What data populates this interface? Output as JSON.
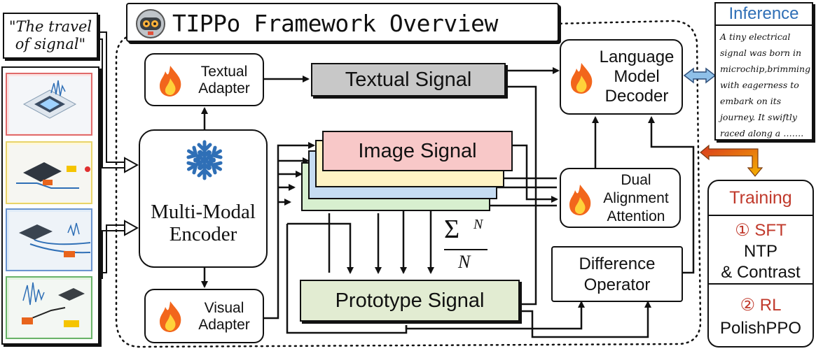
{
  "title": "TIPPo Framework Overview",
  "input_text": "\"The travel of signal\"",
  "encoder": {
    "label": "Multi-Modal Encoder",
    "icon": "snowflake-icon"
  },
  "textual_adapter": "Textual Adapter",
  "visual_adapter": "Visual Adapter",
  "textual_signal": "Textual Signal",
  "image_signal": "Image Signal",
  "prototype_signal": "Prototype Signal",
  "decoder": "Language Model Decoder",
  "dual_attention": "Dual Alignment Attention",
  "difference_operator": "Difference Operator",
  "sum_formula": {
    "top": "N",
    "bottom": "N"
  },
  "inference": {
    "header": "Inference",
    "text": "A tiny electrical signal was born in microchip,brimming with eagerness to embark on its journey. It swiftly raced along a ……."
  },
  "training": {
    "header": "Training",
    "sft_label": "① SFT",
    "sft_detail_1": "NTP",
    "sft_detail_2": "& Contrast",
    "rl_label": "② RL",
    "rl_detail": "PolishPPO"
  },
  "colors": {
    "image_layers": [
      "#f8c8c8",
      "#fff3c4",
      "#c6dcf2",
      "#d7efcf"
    ],
    "textual_signal_bg": "#c8c8c8",
    "prototype_bg": "#e2ecd2",
    "accent_red": "#c0392b",
    "inference_blue": "#2f6fb6",
    "snowflake": "#2f6fb6",
    "flame_outer": "#f2661c",
    "flame_inner": "#ffd23a"
  },
  "thumbnail_borders": [
    "#e06a6a",
    "#e8d36a",
    "#6a94cf",
    "#6ab36a"
  ]
}
